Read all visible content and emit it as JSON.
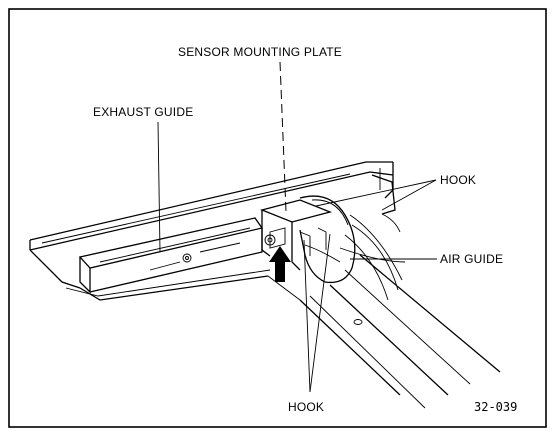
{
  "labels": {
    "sensor_mounting_plate": "SENSOR MOUNTING PLATE",
    "exhaust_guide": "EXHAUST GUIDE",
    "hook_upper": "HOOK",
    "air_guide": "AIR GUIDE",
    "hook_lower": "HOOK",
    "figure_code": "32-039"
  },
  "colors": {
    "ink": "#000000",
    "paper": "#ffffff"
  }
}
